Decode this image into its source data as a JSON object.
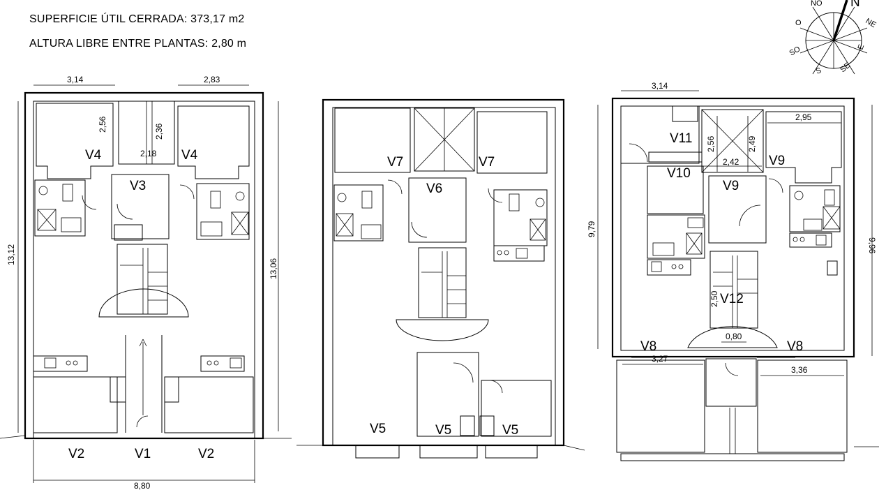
{
  "header": {
    "surface_line": "SUPERFICIE ÚTIL CERRADA: 373,17 m2",
    "height_line": "ALTURA LIBRE ENTRE PLANTAS:  2,80 m"
  },
  "compass": {
    "north": "N",
    "northeast": "NE",
    "east": "E",
    "southeast": "SE",
    "south": "S",
    "southwest": "SO",
    "west": "O",
    "northwest": "NO"
  },
  "plan1": {
    "dims": {
      "top_left_width": "3,14",
      "top_right_width": "2,83",
      "height_left": "13,12",
      "height_right": "13,06",
      "bottom_width": "8,80",
      "patio_left_height": "2,56",
      "patio_center_height": "2,36",
      "patio_center_width": "2,18"
    },
    "windows": {
      "v4_left": "V4",
      "v4_right": "V4",
      "v3": "V3",
      "v2_left": "V2",
      "v1": "V1",
      "v2_right": "V2"
    }
  },
  "plan2": {
    "windows": {
      "v7_left": "V7",
      "v7_right": "V7",
      "v6": "V6",
      "v5_left": "V5",
      "v5_center": "V5",
      "v5_right": "V5"
    }
  },
  "plan3": {
    "dims": {
      "top_left_width": "3,14",
      "height_left": "9,79",
      "height_right": "9,96",
      "top_right_width": "2,95",
      "patio_height_a": "2,56",
      "patio_height_b": "2,49",
      "patio_width": "2,42",
      "stair_dim": "2,50",
      "door_width": "0,80",
      "terrace_left": "3,27",
      "terrace_right": "3,36"
    },
    "windows": {
      "v11": "V11",
      "v10": "V10",
      "v9_left": "V9",
      "v9_right": "V9",
      "v12": "V12",
      "v8_left": "V8",
      "v8_right": "V8"
    }
  }
}
